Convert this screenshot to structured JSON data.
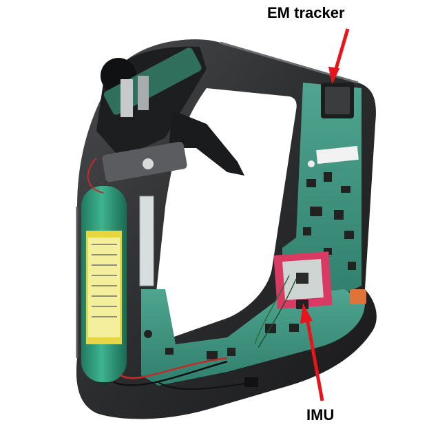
{
  "labels": {
    "em_tracker": "EM tracker",
    "imu": "IMU"
  },
  "colors": {
    "arrow": "#e8141b",
    "casing": "#2b2c2e",
    "pcb": "#3f8f7e",
    "battery": "#2e9b7d",
    "battery_label": "#e7d640",
    "imu_board": "#d83a64",
    "connector": "#e0733a"
  },
  "icons": {
    "em_arrow": "red-arrow-down-left",
    "imu_arrow": "red-arrow-up-left"
  }
}
